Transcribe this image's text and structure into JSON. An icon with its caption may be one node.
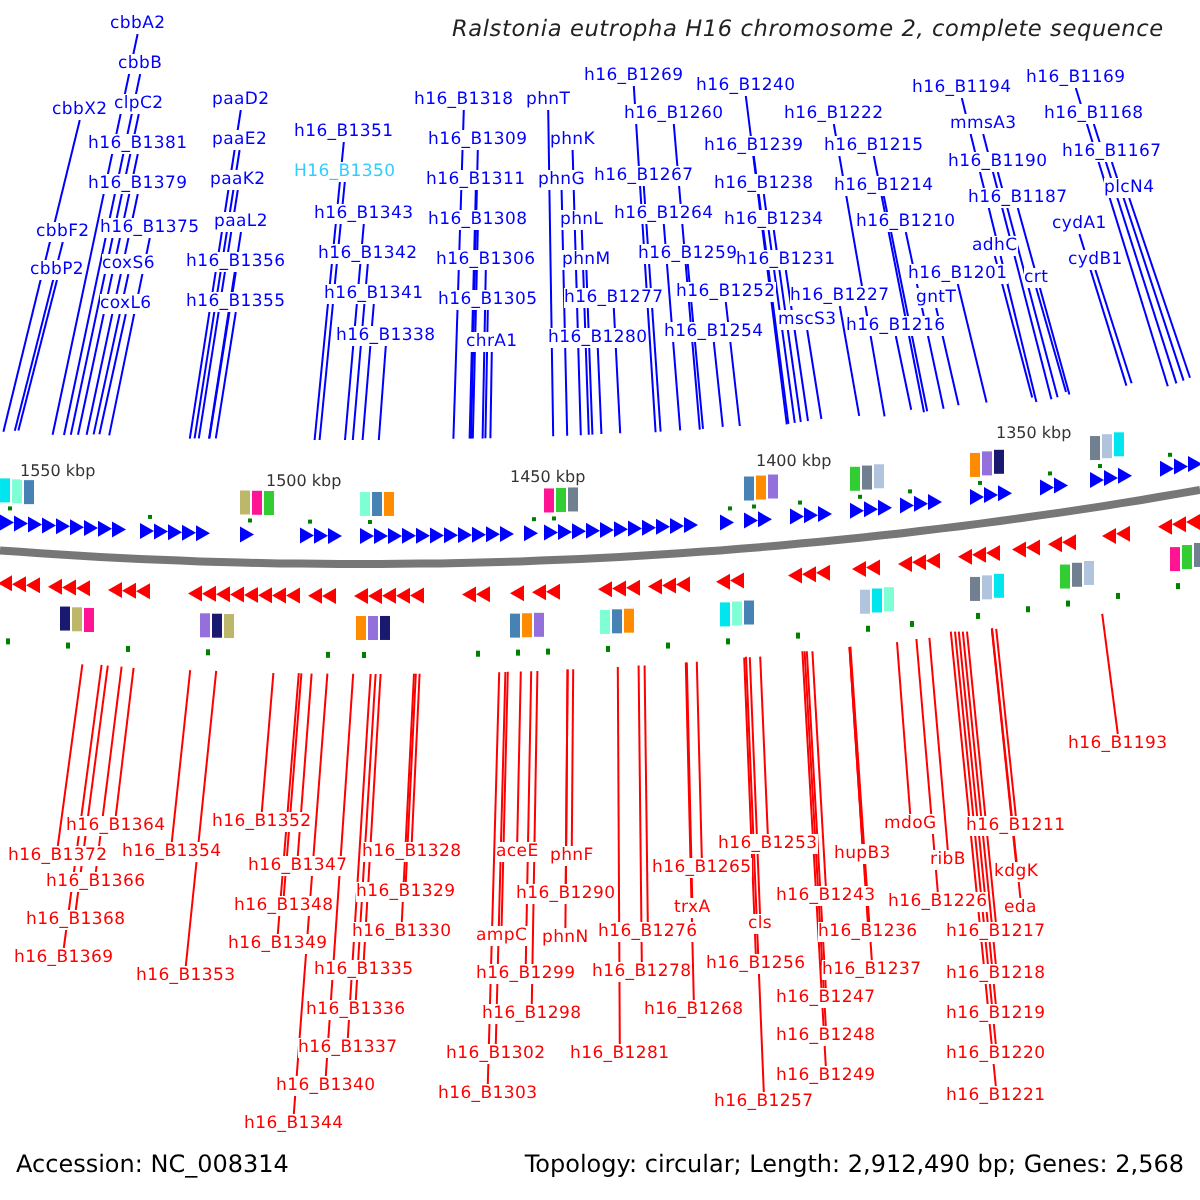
{
  "diagram": {
    "title": "Ralstonia eutropha H16 chromosome 2, complete sequence",
    "nodes": [
      {
        "text": [
          "cbbA2"
        ]
      },
      {
        "text": [
          "cbbB"
        ]
      },
      {
        "text": [
          "cbbX2"
        ]
      },
      {
        "text": [
          "clpC2"
        ]
      },
      {
        "text": [
          "h16_B1381"
        ]
      },
      {
        "text": [
          "h16_B1379"
        ]
      },
      {
        "text": [
          "cbbF2"
        ]
      },
      {
        "text": [
          "h16_B1375"
        ]
      },
      {
        "text": [
          "cbbP2"
        ]
      },
      {
        "text": [
          "coxS6"
        ]
      },
      {
        "text": [
          "coxL6"
        ]
      },
      {
        "text": [
          "paaD2"
        ]
      },
      {
        "text": [
          "paaE2"
        ]
      },
      {
        "text": [
          "paaK2"
        ]
      },
      {
        "text": [
          "paaL2"
        ]
      },
      {
        "text": [
          "h16_B1356"
        ]
      },
      {
        "text": [
          "h16_B1355"
        ]
      },
      {
        "text": [
          "h16_B1351"
        ]
      },
      {
        "text": [
          "H16_B1350"
        ]
      },
      {
        "text": [
          "h16_B1343"
        ]
      },
      {
        "text": [
          "h16_B1342"
        ]
      },
      {
        "text": [
          "h16_B1341"
        ]
      },
      {
        "text": [
          "h16_B1338"
        ]
      },
      {
        "text": [
          "h16_B1318"
        ]
      },
      {
        "text": [
          "phnT"
        ]
      },
      {
        "text": [
          "h16_B1309"
        ]
      },
      {
        "text": [
          "phnK"
        ]
      },
      {
        "text": [
          "h16_B1311"
        ]
      },
      {
        "text": [
          "phnG"
        ]
      },
      {
        "text": [
          "h16_B1308"
        ]
      },
      {
        "text": [
          "phnL"
        ]
      },
      {
        "text": [
          "h16_B1306"
        ]
      },
      {
        "text": [
          "phnM"
        ]
      },
      {
        "text": [
          "h16_B1305"
        ]
      },
      {
        "text": [
          "chrA1"
        ]
      },
      {
        "text": [
          "h16_B1277"
        ]
      },
      {
        "text": [
          "h16_B1280"
        ]
      },
      {
        "text": [
          "h16_B1269"
        ]
      },
      {
        "text": [
          "h16_B1260"
        ]
      },
      {
        "text": [
          "h16_B1267"
        ]
      },
      {
        "text": [
          "h16_B1264"
        ]
      },
      {
        "text": [
          "h16_B1259"
        ]
      },
      {
        "text": [
          "h16_B1252"
        ]
      },
      {
        "text": [
          "h16_B1254"
        ]
      },
      {
        "text": [
          "h16_B1240"
        ]
      },
      {
        "text": [
          "h16_B1239"
        ]
      },
      {
        "text": [
          "h16_B1238"
        ]
      },
      {
        "text": [
          "h16_B1234"
        ]
      },
      {
        "text": [
          "h16_B1231"
        ]
      },
      {
        "text": [
          "h16_B1227"
        ]
      },
      {
        "text": [
          "mscS3"
        ]
      },
      {
        "text": [
          "h16_B1222"
        ]
      },
      {
        "text": [
          "h16_B1215"
        ]
      },
      {
        "text": [
          "h16_B1214"
        ]
      },
      {
        "text": [
          "h16_B1210"
        ]
      },
      {
        "text": [
          "h16_B1216"
        ]
      },
      {
        "text": [
          "h16_B1201"
        ]
      },
      {
        "text": [
          "gntT"
        ]
      },
      {
        "text": [
          "h16_B1194"
        ]
      },
      {
        "text": [
          "mmsA3"
        ]
      },
      {
        "text": [
          "h16_B1190"
        ]
      },
      {
        "text": [
          "h16_B1187"
        ]
      },
      {
        "text": [
          "adhC"
        ]
      },
      {
        "text": [
          "crt"
        ]
      },
      {
        "text": [
          "h16_B1169"
        ]
      },
      {
        "text": [
          "h16_B1168"
        ]
      },
      {
        "text": [
          "h16_B1167"
        ]
      },
      {
        "text": [
          "plcN4"
        ]
      },
      {
        "text": [
          "cydA1"
        ]
      },
      {
        "text": [
          "cydB1"
        ]
      },
      {
        "text": [
          "h16_B1193"
        ]
      },
      {
        "text": [
          "h16_B1364"
        ]
      },
      {
        "text": [
          "h16_B1372"
        ]
      },
      {
        "text": [
          "h16_B1354"
        ]
      },
      {
        "text": [
          "h16_B1366"
        ]
      },
      {
        "text": [
          "h16_B1368"
        ]
      },
      {
        "text": [
          "h16_B1369"
        ]
      },
      {
        "text": [
          "h16_B1352"
        ]
      },
      {
        "text": [
          "h16_B1353"
        ]
      },
      {
        "text": [
          "h16_B1347"
        ]
      },
      {
        "text": [
          "h16_B1348"
        ]
      },
      {
        "text": [
          "h16_B1349"
        ]
      },
      {
        "text": [
          "h16_B1328"
        ]
      },
      {
        "text": [
          "h16_B1329"
        ]
      },
      {
        "text": [
          "h16_B1330"
        ]
      },
      {
        "text": [
          "h16_B1335"
        ]
      },
      {
        "text": [
          "h16_B1336"
        ]
      },
      {
        "text": [
          "h16_B1337"
        ]
      },
      {
        "text": [
          "h16_B1340"
        ]
      },
      {
        "text": [
          "h16_B1344"
        ]
      },
      {
        "text": [
          "aceE"
        ]
      },
      {
        "text": [
          "phnF"
        ]
      },
      {
        "text": [
          "h16_B1290"
        ]
      },
      {
        "text": [
          "ampC"
        ]
      },
      {
        "text": [
          "phnN"
        ]
      },
      {
        "text": [
          "h16_B1299"
        ]
      },
      {
        "text": [
          "h16_B1298"
        ]
      },
      {
        "text": [
          "h16_B1302"
        ]
      },
      {
        "text": [
          "h16_B1303"
        ]
      },
      {
        "text": [
          "h16_B1281"
        ]
      },
      {
        "text": [
          "h16_B1265"
        ]
      },
      {
        "text": [
          "trxA"
        ]
      },
      {
        "text": [
          "h16_B1276"
        ]
      },
      {
        "text": [
          "h16_B1278"
        ]
      },
      {
        "text": [
          "h16_B1268"
        ]
      },
      {
        "text": [
          "h16_B1253"
        ]
      },
      {
        "text": [
          "cls"
        ]
      },
      {
        "text": [
          "h16_B1256"
        ]
      },
      {
        "text": [
          "h16_B1257"
        ]
      },
      {
        "text": [
          "h16_B1243"
        ]
      },
      {
        "text": [
          "h16_B1247"
        ]
      },
      {
        "text": [
          "h16_B1248"
        ]
      },
      {
        "text": [
          "h16_B1249"
        ]
      },
      {
        "text": [
          "hupB3"
        ]
      },
      {
        "text": [
          "h16_B1236"
        ]
      },
      {
        "text": [
          "h16_B1237"
        ]
      },
      {
        "text": [
          "mdoG"
        ]
      },
      {
        "text": [
          "ribB"
        ]
      },
      {
        "text": [
          "h16_B1226"
        ]
      },
      {
        "text": [
          "h16_B1211"
        ]
      },
      {
        "text": [
          "kdgK"
        ]
      },
      {
        "text": [
          "eda"
        ]
      },
      {
        "text": [
          "h16_B1217"
        ]
      },
      {
        "text": [
          "h16_B1218"
        ]
      },
      {
        "text": [
          "h16_B1219"
        ]
      },
      {
        "text": [
          "h16_B1220"
        ]
      },
      {
        "text": [
          "h16_B1221"
        ]
      }
    ],
    "edges": [
      {
        "from": 0,
        "to": null,
        "arrow": "none",
        "color": "#0000ff"
      },
      {
        "from": 1,
        "to": null,
        "arrow": "none",
        "color": "#0000ff"
      },
      {
        "from": 2,
        "to": null,
        "arrow": "none",
        "color": "#0000ff"
      },
      {
        "from": 3,
        "to": null,
        "arrow": "none",
        "color": "#0000ff"
      },
      {
        "from": 4,
        "to": null,
        "arrow": "none",
        "color": "#0000ff"
      },
      {
        "from": 5,
        "to": null,
        "arrow": "none",
        "color": "#0000ff"
      },
      {
        "from": 6,
        "to": null,
        "arrow": "none",
        "color": "#0000ff"
      },
      {
        "from": 7,
        "to": null,
        "arrow": "none",
        "color": "#0000ff"
      },
      {
        "from": 8,
        "to": null,
        "arrow": "none",
        "color": "#0000ff"
      },
      {
        "from": 9,
        "to": null,
        "arrow": "none",
        "color": "#0000ff"
      },
      {
        "from": 10,
        "to": null,
        "arrow": "none",
        "color": "#0000ff"
      },
      {
        "from": 11,
        "to": null,
        "arrow": "none",
        "color": "#0000ff"
      },
      {
        "from": 12,
        "to": null,
        "arrow": "none",
        "color": "#0000ff"
      },
      {
        "from": 13,
        "to": null,
        "arrow": "none",
        "color": "#0000ff"
      },
      {
        "from": 14,
        "to": null,
        "arrow": "none",
        "color": "#0000ff"
      },
      {
        "from": 15,
        "to": null,
        "arrow": "none",
        "color": "#0000ff"
      },
      {
        "from": 16,
        "to": null,
        "arrow": "none",
        "color": "#0000ff"
      },
      {
        "from": 17,
        "to": null,
        "arrow": "none",
        "color": "#0000ff"
      },
      {
        "from": 18,
        "to": null,
        "arrow": "none",
        "color": "#0000ff"
      },
      {
        "from": 19,
        "to": null,
        "arrow": "none",
        "color": "#0000ff"
      },
      {
        "from": 20,
        "to": null,
        "arrow": "none",
        "color": "#0000ff"
      },
      {
        "from": 21,
        "to": null,
        "arrow": "none",
        "color": "#0000ff"
      },
      {
        "from": 22,
        "to": null,
        "arrow": "none",
        "color": "#0000ff"
      },
      {
        "from": 23,
        "to": null,
        "arrow": "none",
        "color": "#0000ff"
      },
      {
        "from": 24,
        "to": null,
        "arrow": "none",
        "color": "#0000ff"
      },
      {
        "from": 25,
        "to": null,
        "arrow": "none",
        "color": "#0000ff"
      },
      {
        "from": 26,
        "to": null,
        "arrow": "none",
        "color": "#0000ff"
      },
      {
        "from": 27,
        "to": null,
        "arrow": "none",
        "color": "#0000ff"
      },
      {
        "from": 28,
        "to": null,
        "arrow": "none",
        "color": "#0000ff"
      },
      {
        "from": 29,
        "to": null,
        "arrow": "none",
        "color": "#0000ff"
      },
      {
        "from": 30,
        "to": null,
        "arrow": "none",
        "color": "#0000ff"
      },
      {
        "from": 31,
        "to": null,
        "arrow": "none",
        "color": "#0000ff"
      },
      {
        "from": 32,
        "to": null,
        "arrow": "none",
        "color": "#0000ff"
      },
      {
        "from": 33,
        "to": null,
        "arrow": "none",
        "color": "#0000ff"
      },
      {
        "from": 34,
        "to": null,
        "arrow": "none",
        "color": "#0000ff"
      },
      {
        "from": 35,
        "to": null,
        "arrow": "none",
        "color": "#0000ff"
      },
      {
        "from": 36,
        "to": null,
        "arrow": "none",
        "color": "#0000ff"
      },
      {
        "from": 37,
        "to": null,
        "arrow": "none",
        "color": "#0000ff"
      },
      {
        "from": 38,
        "to": null,
        "arrow": "none",
        "color": "#0000ff"
      },
      {
        "from": 39,
        "to": null,
        "arrow": "none",
        "color": "#0000ff"
      },
      {
        "from": 40,
        "to": null,
        "arrow": "none",
        "color": "#0000ff"
      },
      {
        "from": 41,
        "to": null,
        "arrow": "none",
        "color": "#0000ff"
      },
      {
        "from": 42,
        "to": null,
        "arrow": "none",
        "color": "#0000ff"
      },
      {
        "from": 43,
        "to": null,
        "arrow": "none",
        "color": "#0000ff"
      },
      {
        "from": 44,
        "to": null,
        "arrow": "none",
        "color": "#0000ff"
      },
      {
        "from": 45,
        "to": null,
        "arrow": "none",
        "color": "#0000ff"
      },
      {
        "from": 46,
        "to": null,
        "arrow": "none",
        "color": "#0000ff"
      },
      {
        "from": 47,
        "to": null,
        "arrow": "none",
        "color": "#0000ff"
      },
      {
        "from": 48,
        "to": null,
        "arrow": "none",
        "color": "#0000ff"
      },
      {
        "from": 49,
        "to": null,
        "arrow": "none",
        "color": "#0000ff"
      },
      {
        "from": 50,
        "to": null,
        "arrow": "none",
        "color": "#0000ff"
      },
      {
        "from": 51,
        "to": null,
        "arrow": "none",
        "color": "#0000ff"
      },
      {
        "from": 52,
        "to": null,
        "arrow": "none",
        "color": "#0000ff"
      },
      {
        "from": 53,
        "to": null,
        "arrow": "none",
        "color": "#0000ff"
      },
      {
        "from": 54,
        "to": null,
        "arrow": "none",
        "color": "#0000ff"
      },
      {
        "from": 55,
        "to": null,
        "arrow": "none",
        "color": "#0000ff"
      },
      {
        "from": 56,
        "to": null,
        "arrow": "none",
        "color": "#0000ff"
      },
      {
        "from": 57,
        "to": null,
        "arrow": "none",
        "color": "#0000ff"
      },
      {
        "from": 58,
        "to": null,
        "arrow": "none",
        "color": "#0000ff"
      },
      {
        "from": 59,
        "to": null,
        "arrow": "none",
        "color": "#0000ff"
      },
      {
        "from": 60,
        "to": null,
        "arrow": "none",
        "color": "#0000ff"
      },
      {
        "from": 61,
        "to": null,
        "arrow": "none",
        "color": "#0000ff"
      },
      {
        "from": 62,
        "to": null,
        "arrow": "none",
        "color": "#0000ff"
      },
      {
        "from": 63,
        "to": null,
        "arrow": "none",
        "color": "#0000ff"
      },
      {
        "from": 64,
        "to": null,
        "arrow": "none",
        "color": "#0000ff"
      },
      {
        "from": 65,
        "to": null,
        "arrow": "none",
        "color": "#0000ff"
      },
      {
        "from": 66,
        "to": null,
        "arrow": "none",
        "color": "#0000ff"
      },
      {
        "from": 67,
        "to": null,
        "arrow": "none",
        "color": "#0000ff"
      },
      {
        "from": 68,
        "to": null,
        "arrow": "none",
        "color": "#0000ff"
      },
      {
        "from": 69,
        "to": null,
        "arrow": "none",
        "color": "#0000ff"
      },
      {
        "from": 70,
        "to": null,
        "arrow": "none",
        "color": "#ff0000"
      },
      {
        "from": 71,
        "to": null,
        "arrow": "none",
        "color": "#ff0000"
      },
      {
        "from": 72,
        "to": null,
        "arrow": "none",
        "color": "#ff0000"
      },
      {
        "from": 73,
        "to": null,
        "arrow": "none",
        "color": "#ff0000"
      },
      {
        "from": 74,
        "to": null,
        "arrow": "none",
        "color": "#ff0000"
      },
      {
        "from": 75,
        "to": null,
        "arrow": "none",
        "color": "#ff0000"
      },
      {
        "from": 76,
        "to": null,
        "arrow": "none",
        "color": "#ff0000"
      },
      {
        "from": 77,
        "to": null,
        "arrow": "none",
        "color": "#ff0000"
      },
      {
        "from": 78,
        "to": null,
        "arrow": "none",
        "color": "#ff0000"
      },
      {
        "from": 79,
        "to": null,
        "arrow": "none",
        "color": "#ff0000"
      },
      {
        "from": 80,
        "to": null,
        "arrow": "none",
        "color": "#ff0000"
      },
      {
        "from": 81,
        "to": null,
        "arrow": "none",
        "color": "#ff0000"
      },
      {
        "from": 82,
        "to": null,
        "arrow": "none",
        "color": "#ff0000"
      },
      {
        "from": 83,
        "to": null,
        "arrow": "none",
        "color": "#ff0000"
      },
      {
        "from": 84,
        "to": null,
        "arrow": "none",
        "color": "#ff0000"
      },
      {
        "from": 85,
        "to": null,
        "arrow": "none",
        "color": "#ff0000"
      },
      {
        "from": 86,
        "to": null,
        "arrow": "none",
        "color": "#ff0000"
      },
      {
        "from": 87,
        "to": null,
        "arrow": "none",
        "color": "#ff0000"
      },
      {
        "from": 88,
        "to": null,
        "arrow": "none",
        "color": "#ff0000"
      },
      {
        "from": 89,
        "to": null,
        "arrow": "none",
        "color": "#ff0000"
      },
      {
        "from": 90,
        "to": null,
        "arrow": "none",
        "color": "#ff0000"
      },
      {
        "from": 91,
        "to": null,
        "arrow": "none",
        "color": "#ff0000"
      },
      {
        "from": 92,
        "to": null,
        "arrow": "none",
        "color": "#ff0000"
      },
      {
        "from": 93,
        "to": null,
        "arrow": "none",
        "color": "#ff0000"
      },
      {
        "from": 94,
        "to": null,
        "arrow": "none",
        "color": "#ff0000"
      },
      {
        "from": 95,
        "to": null,
        "arrow": "none",
        "color": "#ff0000"
      },
      {
        "from": 96,
        "to": null,
        "arrow": "none",
        "color": "#ff0000"
      },
      {
        "from": 97,
        "to": null,
        "arrow": "none",
        "color": "#ff0000"
      },
      {
        "from": 98,
        "to": null,
        "arrow": "none",
        "color": "#ff0000"
      },
      {
        "from": 99,
        "to": null,
        "arrow": "none",
        "color": "#ff0000"
      },
      {
        "from": 100,
        "to": null,
        "arrow": "none",
        "color": "#ff0000"
      },
      {
        "from": 101,
        "to": null,
        "arrow": "none",
        "color": "#ff0000"
      },
      {
        "from": 102,
        "to": null,
        "arrow": "none",
        "color": "#ff0000"
      },
      {
        "from": 103,
        "to": null,
        "arrow": "none",
        "color": "#ff0000"
      },
      {
        "from": 104,
        "to": null,
        "arrow": "none",
        "color": "#ff0000"
      },
      {
        "from": 105,
        "to": null,
        "arrow": "none",
        "color": "#ff0000"
      },
      {
        "from": 106,
        "to": null,
        "arrow": "none",
        "color": "#ff0000"
      },
      {
        "from": 107,
        "to": null,
        "arrow": "none",
        "color": "#ff0000"
      },
      {
        "from": 108,
        "to": null,
        "arrow": "none",
        "color": "#ff0000"
      },
      {
        "from": 109,
        "to": null,
        "arrow": "none",
        "color": "#ff0000"
      },
      {
        "from": 110,
        "to": null,
        "arrow": "none",
        "color": "#ff0000"
      },
      {
        "from": 111,
        "to": null,
        "arrow": "none",
        "color": "#ff0000"
      },
      {
        "from": 112,
        "to": null,
        "arrow": "none",
        "color": "#ff0000"
      },
      {
        "from": 113,
        "to": null,
        "arrow": "none",
        "color": "#ff0000"
      },
      {
        "from": 114,
        "to": null,
        "arrow": "none",
        "color": "#ff0000"
      },
      {
        "from": 115,
        "to": null,
        "arrow": "none",
        "color": "#ff0000"
      },
      {
        "from": 116,
        "to": null,
        "arrow": "none",
        "color": "#ff0000"
      },
      {
        "from": 117,
        "to": null,
        "arrow": "none",
        "color": "#ff0000"
      },
      {
        "from": 118,
        "to": null,
        "arrow": "none",
        "color": "#ff0000"
      },
      {
        "from": 119,
        "to": null,
        "arrow": "none",
        "color": "#ff0000"
      },
      {
        "from": 120,
        "to": null,
        "arrow": "none",
        "color": "#ff0000"
      },
      {
        "from": 121,
        "to": null,
        "arrow": "none",
        "color": "#ff0000"
      },
      {
        "from": 122,
        "to": null,
        "arrow": "none",
        "color": "#ff0000"
      },
      {
        "from": 123,
        "to": null,
        "arrow": "none",
        "color": "#ff0000"
      },
      {
        "from": 124,
        "to": null,
        "arrow": "none",
        "color": "#ff0000"
      },
      {
        "from": 125,
        "to": null,
        "arrow": "none",
        "color": "#ff0000"
      },
      {
        "from": 126,
        "to": null,
        "arrow": "none",
        "color": "#ff0000"
      }
    ],
    "labels": [
      "1550 kbp",
      "1500 kbp",
      "1450 kbp",
      "1400 kbp",
      "1350 kbp",
      "Accession: NC_008314",
      "Topology: circular; Length: 2,912,490 bp; Genes: 2,568"
    ]
  }
}
